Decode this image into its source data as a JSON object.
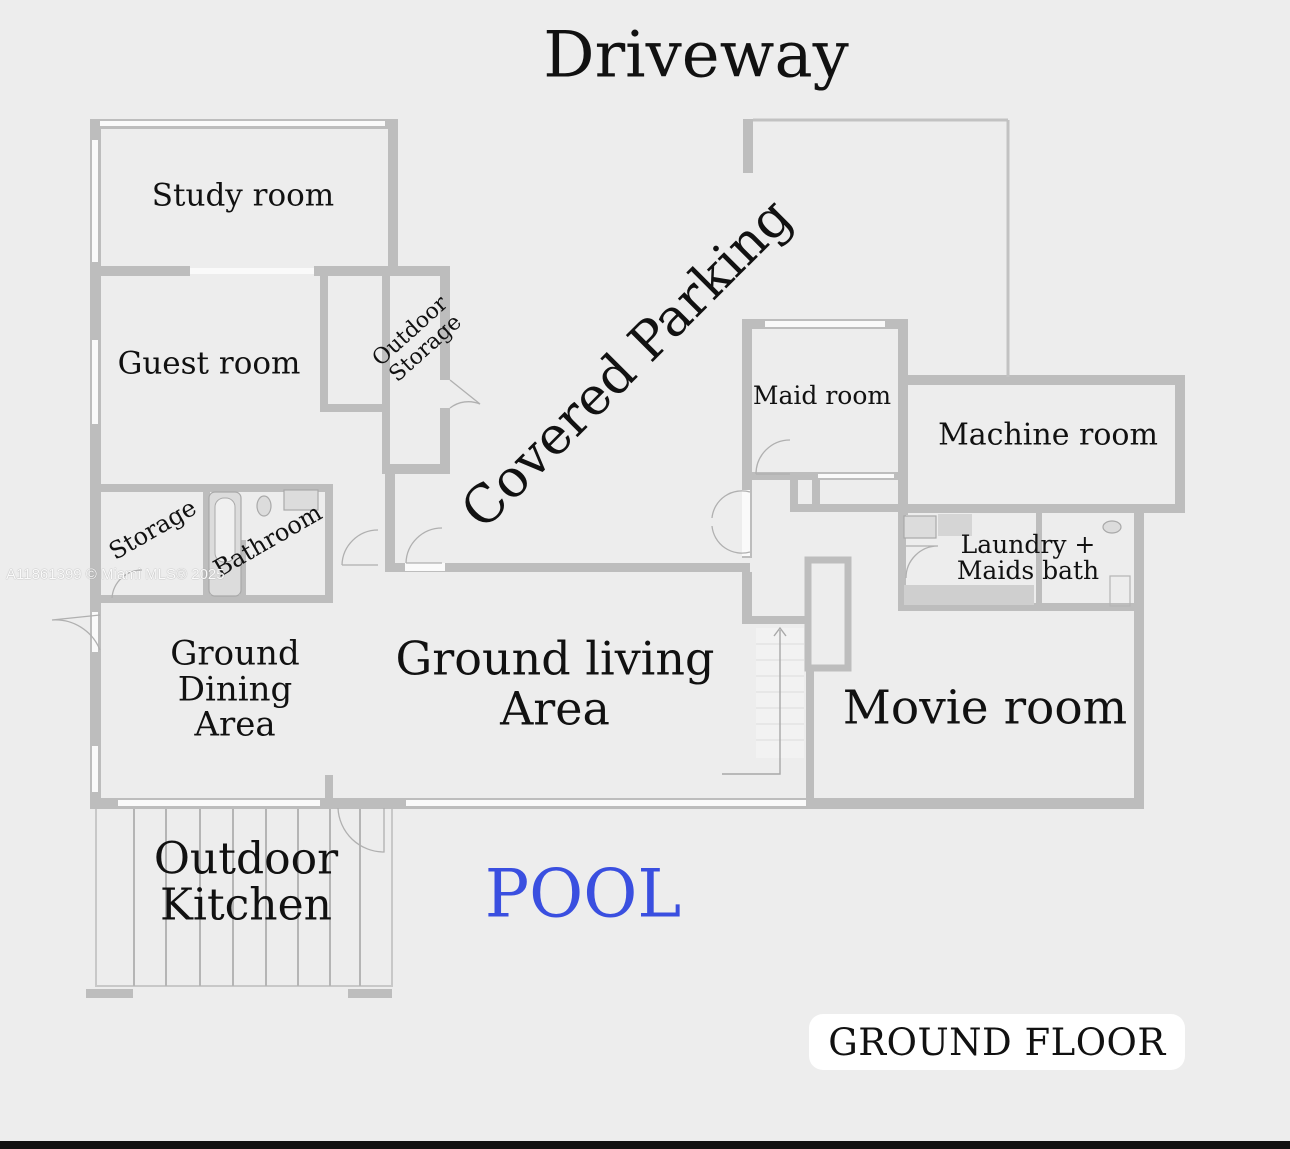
{
  "title": "Driveway",
  "floor_label": "GROUND FLOOR",
  "watermark": "A11861399 © Miami MLS® 2025",
  "rooms": {
    "study": "Study room",
    "guest": "Guest room",
    "outdoor_storage_1": "Outdoor",
    "outdoor_storage_2": "Storage",
    "covered_parking": "Covered Parking",
    "maid": "Maid room",
    "machine": "Machine room",
    "storage": "Storage",
    "bathroom": "Bathroom",
    "laundry_1": "Laundry +",
    "laundry_2": "Maids bath",
    "dining_1": "Ground",
    "dining_2": "Dining",
    "dining_3": "Area",
    "living_1": "Ground living",
    "living_2": "Area",
    "movie": "Movie room",
    "outdoor_kitchen_1": "Outdoor",
    "outdoor_kitchen_2": "Kitchen",
    "pool": "POOL"
  },
  "colors": {
    "background": "#ededed",
    "wall": "#bdbdbd",
    "pool_text": "#3a4fe0",
    "label_text": "#111111"
  }
}
